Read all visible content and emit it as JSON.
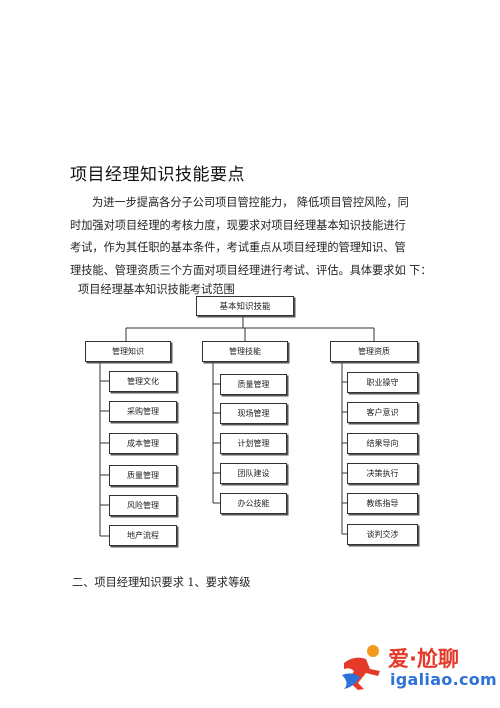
{
  "title": "项目经理知识技能要点",
  "paragraph": [
    "为进一步提高各分子公司项目管控能力， 降低项目管控风险，同",
    "时加强对项目经理的考核力度，现要求对项目经理基本知识技能进行",
    "考试，作为其任职的基本条件，考试重点从项目经理的管理知识、管",
    "理技能、管理资质三个方面对项目经理进行考试、评估。具体要求如 下："
  ],
  "caption": "项目经理基本知识技能考试范围",
  "tree": {
    "root": "基本知识技能",
    "groups": [
      {
        "label": "管理知识",
        "items": [
          "管理文化",
          "采购管理",
          "成本管理",
          "质量管理",
          "风险管理",
          "地产流程"
        ]
      },
      {
        "label": "管理技能",
        "items": [
          "质量管理",
          "现场管理",
          "计划管理",
          "团队建设",
          "办公技能"
        ]
      },
      {
        "label": "管理资质",
        "items": [
          "职业操守",
          "客户意识",
          "结果导向",
          "决策执行",
          "教练指导",
          "谈判交涉"
        ]
      }
    ]
  },
  "section_heading": "二、项目经理知识要求 1、要求等级",
  "watermark": {
    "brand": "爱·尬聊",
    "url": "igaliao.com"
  },
  "colors": {
    "watermark_red": "#e53a2a",
    "watermark_blue": "#2d72d9",
    "watermark_orange": "#f39a1e"
  }
}
